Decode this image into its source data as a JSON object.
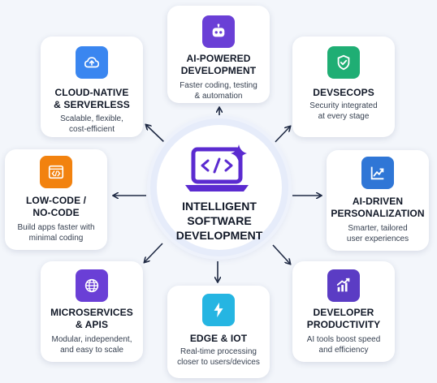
{
  "center": {
    "title": "INTELLIGENT\nSOFTWARE\nDEVELOPMENT",
    "icon": "laptop-code-sparkle-icon"
  },
  "colors": {
    "background": "#f3f6fb",
    "arrow": "#1f2a44",
    "ai_powered": "#6a3fd6",
    "devsecops": "#1fae74",
    "ai_driven": "#2f76d6",
    "developer_productivity": "#5b3cc4",
    "edge_iot": "#25b5e2",
    "microservices": "#6a3fd6",
    "low_code": "#f2820f",
    "cloud_native": "#3a86f0"
  },
  "cards": [
    {
      "id": "ai-powered",
      "title": "AI-POWERED\nDEVELOPMENT",
      "desc": "Faster coding, testing\n& automation",
      "icon": "robot-icon"
    },
    {
      "id": "devsecops",
      "title": "DEVSECOPS",
      "desc": "Security integrated\nat every stage",
      "icon": "shield-check-icon"
    },
    {
      "id": "ai-driven",
      "title": "AI-DRIVEN\nPERSONALIZATION",
      "desc": "Smarter, tailored\nuser experiences",
      "icon": "trend-chart-icon"
    },
    {
      "id": "developer-productivity",
      "title": "DEVELOPER\nPRODUCTIVITY",
      "desc": "AI tools boost speed\nand efficiency",
      "icon": "bar-chart-icon"
    },
    {
      "id": "edge-iot",
      "title": "EDGE & IOT",
      "desc": "Real-time processing\ncloser to users/devices",
      "icon": "lightning-icon"
    },
    {
      "id": "microservices",
      "title": "MICROSERVICES\n& APIS",
      "desc": "Modular, independent,\nand easy to scale",
      "icon": "globe-icon"
    },
    {
      "id": "low-code",
      "title": "LOW-CODE /\nNO-CODE",
      "desc": "Build apps faster with\nminimal coding",
      "icon": "code-window-icon"
    },
    {
      "id": "cloud-native",
      "title": "CLOUD-NATIVE\n& SERVERLESS",
      "desc": "Scalable, flexible,\ncost-efficient",
      "icon": "cloud-upload-icon"
    }
  ]
}
